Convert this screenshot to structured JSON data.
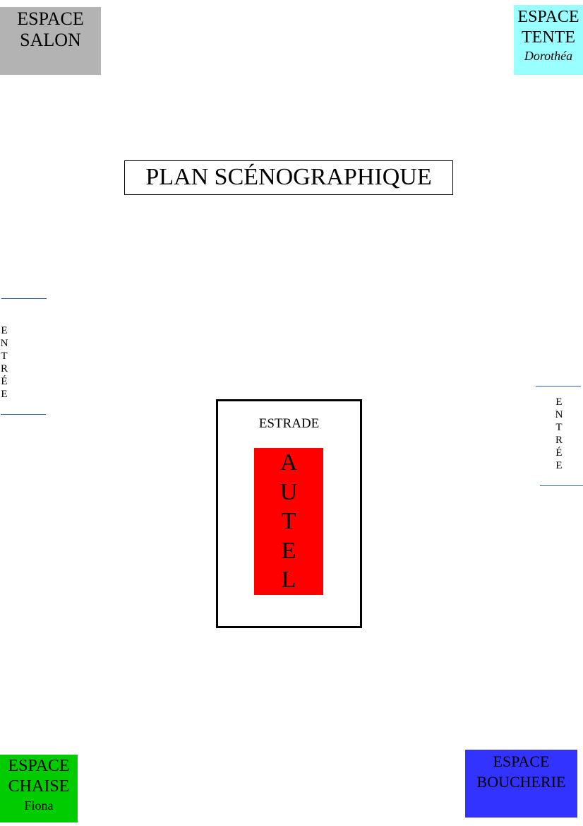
{
  "title": "PLAN SCÉNOGRAPHIQUE",
  "zones": {
    "salon": {
      "line1": "ESPACE",
      "line2": "SALON",
      "color": "#b3b3b3"
    },
    "tente": {
      "line1": "ESPACE",
      "line2": "TENTE",
      "person": "Dorothéa",
      "color": "#99ffff"
    },
    "boucherie": {
      "line1": "ESPACE",
      "line2": "BOUCHERIE",
      "color": "#3333ff"
    },
    "chaise": {
      "line1": "ESPACE",
      "line2": "CHAISE",
      "person": "Fiona",
      "color": "#00cc00"
    }
  },
  "entrances": {
    "left": {
      "letters": [
        "E",
        "N",
        "T",
        "R",
        "É",
        "E"
      ]
    },
    "right": {
      "letters": [
        "E",
        "N",
        "T",
        "R",
        "É",
        "E"
      ]
    },
    "line_color": "#3465a4"
  },
  "estrade": {
    "label": "ESTRADE",
    "autel": {
      "letters": [
        "A",
        "U",
        "T",
        "E",
        "L"
      ],
      "color": "#ff0000"
    }
  }
}
